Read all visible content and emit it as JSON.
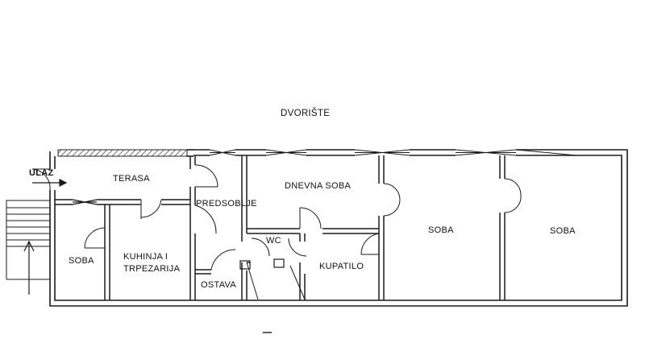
{
  "plan": {
    "yard_label": "DVORIŠTE",
    "entrance_label": "ULAZ",
    "rooms": {
      "terasa": "TERASA",
      "predsoblje": "PREDSOBLJE",
      "dnevna_soba": "DNEVNA SOBA",
      "soba_small": "SOBA",
      "kuhinja_line1": "KUHINJA I",
      "kuhinja_line2": "TRPEZARIJA",
      "ostava": "OSTAVA",
      "wc": "WC",
      "kupatilo": "KUPATILO",
      "soba_middle": "SOBA",
      "soba_right": "SOBA"
    }
  }
}
